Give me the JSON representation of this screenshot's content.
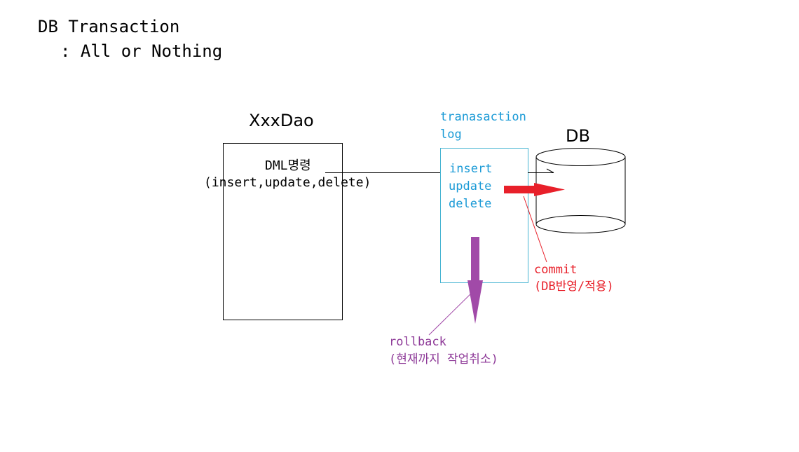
{
  "title": {
    "line1": "DB Transaction",
    "line2": ": All or Nothing"
  },
  "dao": {
    "label": "XxxDao",
    "dml_line1": "DML명령",
    "dml_line2": "(insert,update,delete)"
  },
  "transaction_log": {
    "label_line1": "tranasaction",
    "label_line2": "log",
    "operations": [
      "insert",
      "update",
      "delete"
    ]
  },
  "db": {
    "label": "DB"
  },
  "commit": {
    "label": "commit",
    "desc": "(DB반영/적용)"
  },
  "rollback": {
    "label": "rollback",
    "desc": "(현재까지 작업취소)"
  },
  "colors": {
    "log_text": "#1a9ad6",
    "log_border": "#46b4d2",
    "commit": "#e8202a",
    "rollback": "#8e3a98",
    "rollback_arrow": "#a14aa8"
  }
}
